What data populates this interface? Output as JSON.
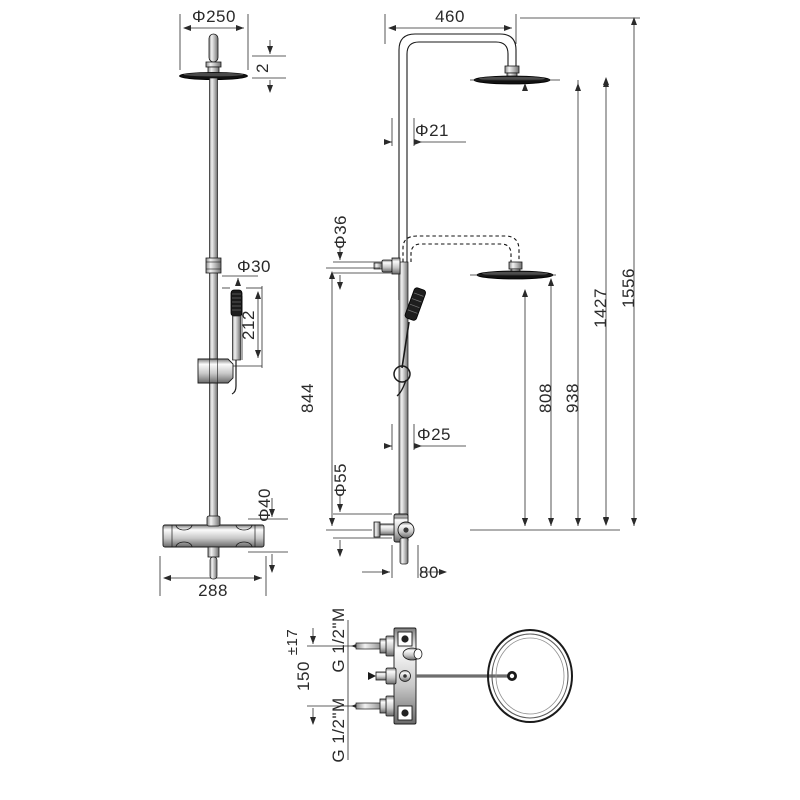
{
  "drawing": {
    "type": "technical-dimensional-drawing",
    "subject": "Thermostatic shower column with overhead rain shower, sliding rail and handshower",
    "units": "mm",
    "views": [
      {
        "name": "front-elevation",
        "position": "left"
      },
      {
        "name": "side-elevation",
        "position": "right"
      },
      {
        "name": "wall-connection-detail",
        "position": "bottom"
      }
    ],
    "line_color": "#000000",
    "dim_color": "#2a2a2a"
  },
  "dimensions": {
    "front": {
      "head_diameter": "Φ250",
      "head_thickness": "2",
      "hand_shower_diameter": "Φ30",
      "hand_shower_length": "212",
      "valve_body_diameter": "Φ40",
      "valve_width": "288"
    },
    "side": {
      "arm_reach": "460",
      "riser_diameter": "Φ21",
      "diverter_diameter": "Φ36",
      "rail_diameter": "Φ25",
      "inlet_body_diameter": "Φ55",
      "inlet_projection": "80",
      "rail_height": "844",
      "low_head_height": "808",
      "mid_height": "938",
      "high_head_height": "1427",
      "overall_height": "1556"
    },
    "detail": {
      "inlet_spacing": "150",
      "inlet_tolerance": "±17",
      "thread_top": "G 1/2\"M",
      "thread_bottom": "G 1/2\"M"
    }
  }
}
